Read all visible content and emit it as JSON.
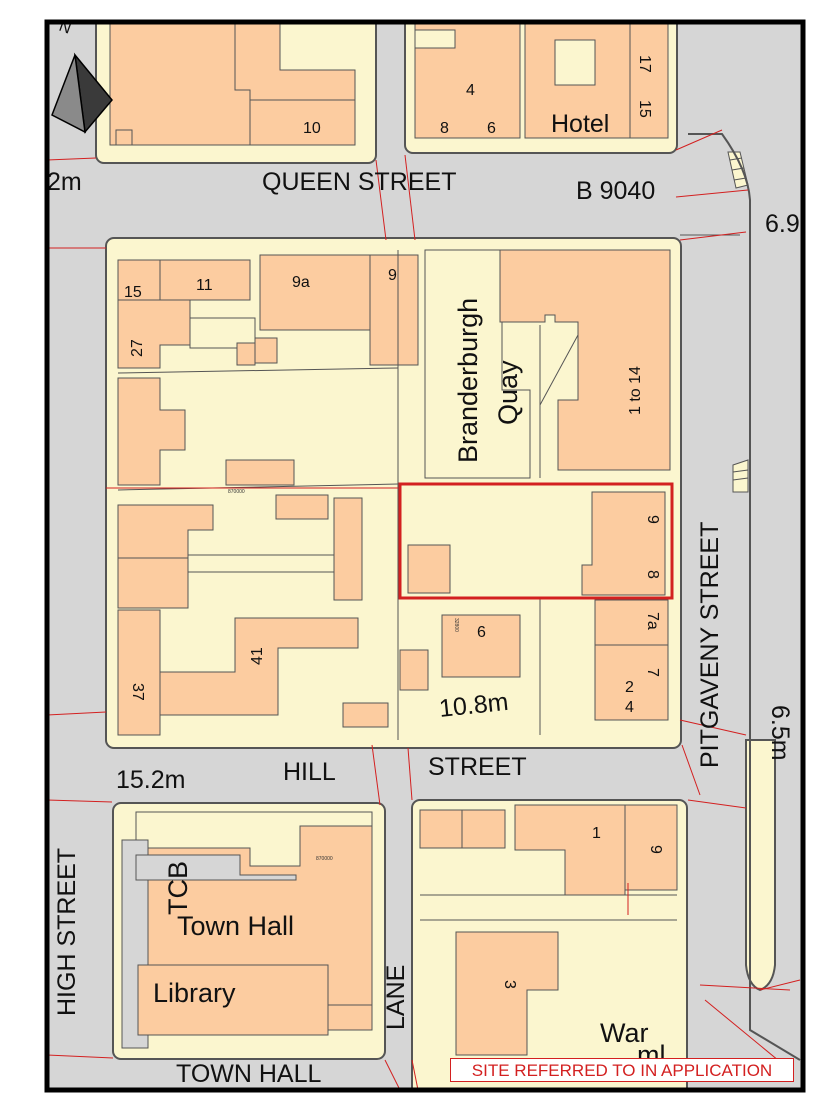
{
  "map": {
    "streets": {
      "queen_street": "QUEEN STREET",
      "b9040": "B 9040",
      "hill": "HILL",
      "street": "STREET",
      "pitgaveny_street": "PITGAVENY STREET",
      "high_street": "HIGH STREET",
      "lane": "LANE",
      "town_hall": "TOWN HALL"
    },
    "heights": {
      "h_2m": "2m",
      "h_6_9": "6.9",
      "h_10_8m": "10.8m",
      "h_15_2m": "15.2m",
      "h_6_5m": "6.5m"
    },
    "buildings": {
      "b10": "10",
      "b4": "4",
      "b8_top": "8",
      "b6_top": "6",
      "hotel": "Hotel",
      "b17": "17",
      "b15_top": "15",
      "b15": "15",
      "b11": "11",
      "b9a": "9a",
      "b9": "9",
      "b27": "27",
      "branderburgh": "Branderburgh",
      "quay": "Quay",
      "b1to14": "1 to 14",
      "b9_site": "9",
      "b8_site": "8",
      "b7a": "7a",
      "b6_mid": "6",
      "b7": "7",
      "b2": "2",
      "b4_mid": "4",
      "b41": "41",
      "b37": "37",
      "tcb": "TCB",
      "town_hall": "Town Hall",
      "library": "Library",
      "b1_bottom": "1",
      "b9_bottom": "9",
      "b3": "3",
      "war": "War",
      "memorial_partial": "ml"
    },
    "benchmarks": {
      "bm1": "870000",
      "bm2": "870000",
      "bm3": "32800"
    },
    "north": "N",
    "legend": "SITE REFERRED TO IN APPLICATION",
    "colors": {
      "road": "#d6d6d6",
      "block": "#fbf6cf",
      "building": "#fccca0",
      "outline": "#555555",
      "boundary": "#d32020",
      "frame": "#000000"
    }
  }
}
